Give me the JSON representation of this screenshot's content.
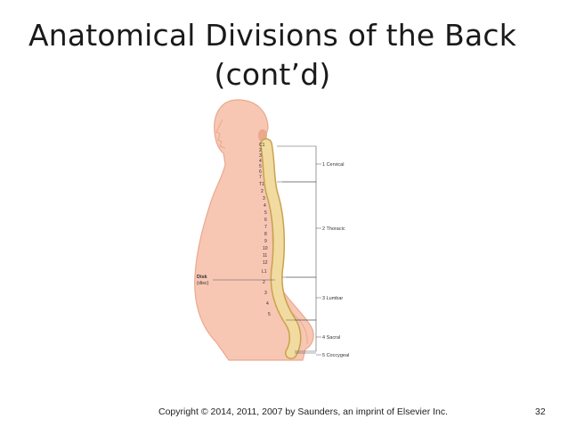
{
  "slide": {
    "title_line1": "Anatomical Divisions of the Back",
    "title_line2": "(cont’d)",
    "copyright": "Copyright © 2014, 2011, 2007 by Saunders, an imprint of Elsevier Inc.",
    "page_number": "32"
  },
  "figure": {
    "disk_label": "Disk",
    "disk_sublabel": "(disc)",
    "regions": [
      {
        "label": "1 Cervical"
      },
      {
        "label": "2 Thoracic"
      },
      {
        "label": "3 Lumbar"
      },
      {
        "label": "4 Sacral"
      },
      {
        "label": "5 Coccygeal"
      }
    ],
    "vertebra_labels": [
      "C1",
      "2",
      "3",
      "4",
      "5",
      "6",
      "7",
      "T1",
      "2",
      "3",
      "4",
      "5",
      "6",
      "7",
      "8",
      "9",
      "10",
      "11",
      "12",
      "L1",
      "2",
      "3",
      "4",
      "5"
    ],
    "colors": {
      "skin": "#f7c7b3",
      "skin_shadow": "#eaa98f",
      "bone": "#f1dba0",
      "bone_edge": "#c9a24e"
    }
  }
}
